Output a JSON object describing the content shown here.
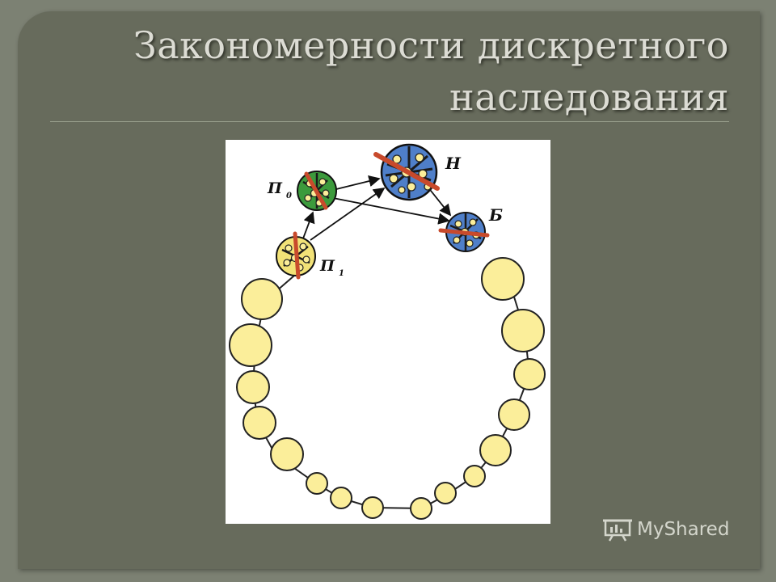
{
  "slide": {
    "title_line1": "Закономерности дискретного",
    "title_line2": "наследования"
  },
  "diagram": {
    "labels": {
      "p0": "П",
      "p0_sub": "0",
      "p1": "П",
      "p1_sub": "1",
      "h": "Н",
      "b": "Б"
    }
  },
  "watermark": {
    "text": "MyShared"
  },
  "colors": {
    "background": "#7c8173",
    "panel": "#676b5c",
    "title": "#dcdcd4",
    "bead": "#fbee9a",
    "nucleus_blue": "#4f7fc9",
    "nucleus_green": "#3c9a3c",
    "arrow_red": "#c84a2c"
  }
}
